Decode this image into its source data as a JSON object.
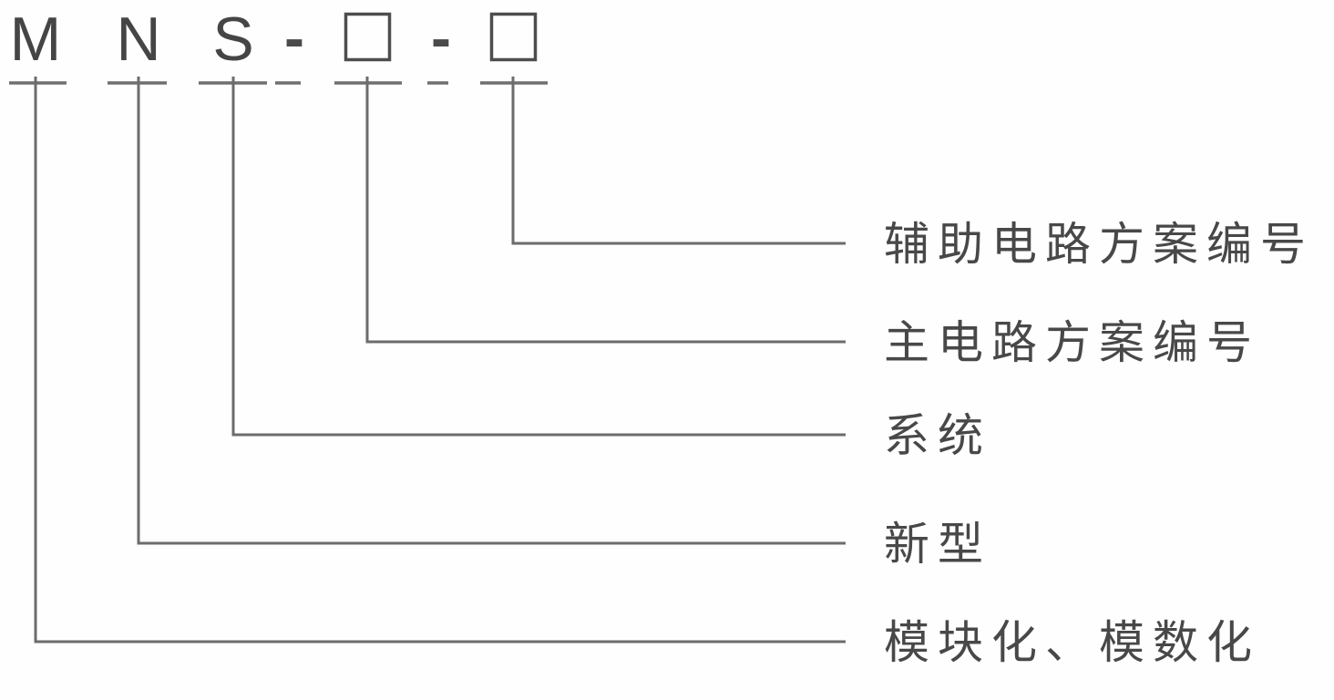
{
  "code": {
    "chars": [
      "M",
      "N",
      "S",
      "-",
      "□",
      "-",
      "□"
    ],
    "description": "model designation code row"
  },
  "annotations": [
    {
      "target": "second-box",
      "label": "辅助电路方案编号"
    },
    {
      "target": "first-box",
      "label": "主电路方案编号"
    },
    {
      "target": "S",
      "label": "系统"
    },
    {
      "target": "N",
      "label": "新型"
    },
    {
      "target": "M",
      "label": "模块化、模数化"
    }
  ],
  "colors": {
    "background": "#ffffff",
    "ink": "#484848",
    "line": "#6c6c6c"
  }
}
